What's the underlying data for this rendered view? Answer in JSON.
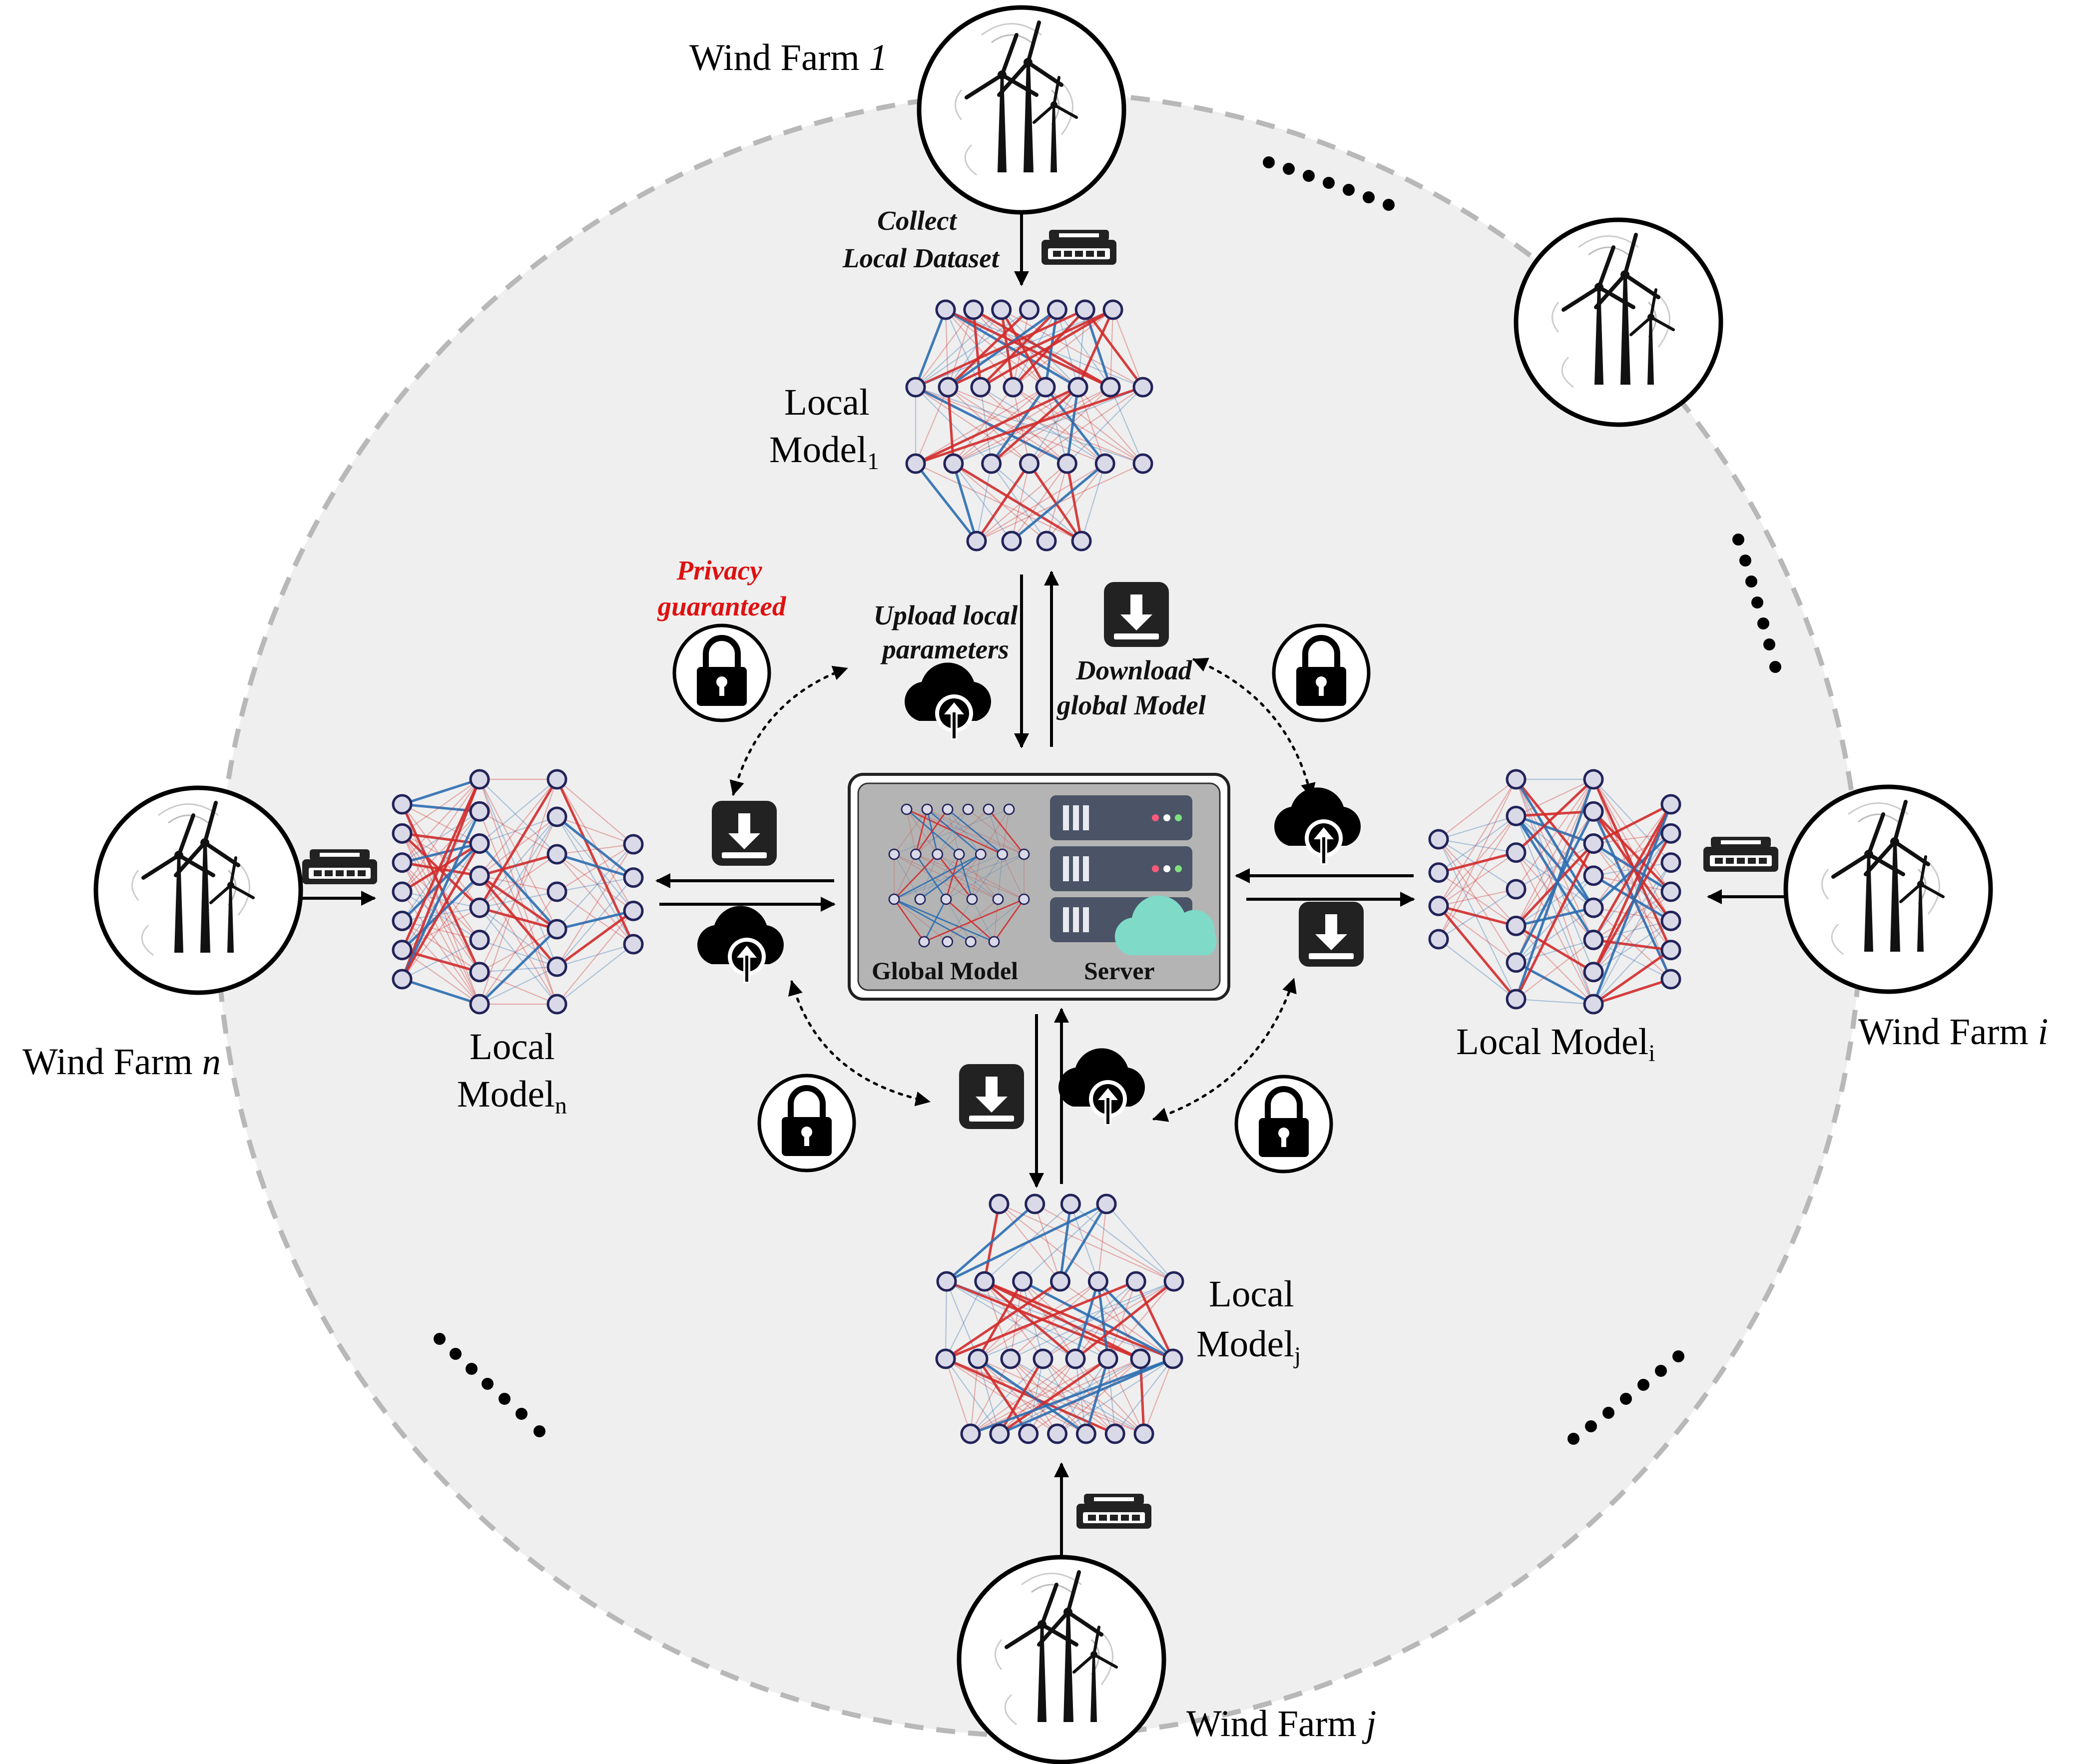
{
  "farms": {
    "farm_1": {
      "prefix": "Wind Farm ",
      "index": "1"
    },
    "farm_n": {
      "prefix": "Wind Farm ",
      "index": "n"
    },
    "farm_i": {
      "prefix": "Wind Farm ",
      "index": "i"
    },
    "farm_j": {
      "prefix": "Wind Farm ",
      "index": "j"
    }
  },
  "models": {
    "model_1": {
      "line1": "Local",
      "line2": "Model",
      "sub": "1"
    },
    "model_n": {
      "line1": "Local",
      "line2": "Model",
      "sub": "n"
    },
    "model_i": {
      "line1": "Local Model",
      "sub": "i"
    },
    "model_j": {
      "line1": "Local",
      "line2": "Model",
      "sub": "j"
    }
  },
  "annotations": {
    "collect": [
      "Collect",
      "Local Dataset"
    ],
    "privacy": [
      "Privacy",
      "guaranteed"
    ],
    "upload": [
      "Upload local",
      "parameters"
    ],
    "download": [
      "Download",
      "global Model"
    ]
  },
  "server": {
    "global_model_label": "Global Model",
    "server_label": "Server"
  },
  "colors": {
    "circle_fill": "#efefef",
    "circle_stroke": "#b8b8b8",
    "edge_red": "#d22a2a",
    "edge_blue": "#2a6db0",
    "node_fill": "#d9d9e8",
    "node_stroke": "#23235a",
    "privacy_red": "#e01010",
    "server_teal": "#7fdbc8"
  },
  "icons": [
    "wind-turbine-icon",
    "router-icon",
    "lock-icon",
    "download-icon",
    "cloud-upload-icon",
    "server-icon",
    "cloud-icon"
  ]
}
